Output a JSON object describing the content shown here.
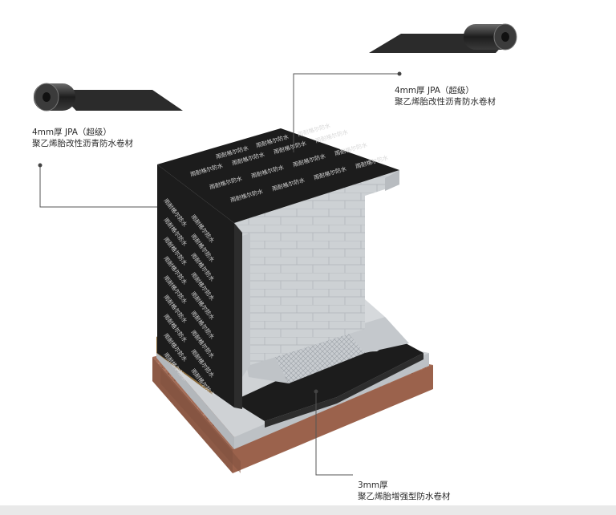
{
  "labels": {
    "top_left": {
      "line1": "4mm厚 JPA（超级）",
      "line2": "聚乙烯胎改性沥青防水卷材"
    },
    "top_right": {
      "line1": "4mm厚 JPA（超级）",
      "line2": "聚乙烯胎改性沥青防水卷材"
    },
    "bottom": {
      "line1": "3mm厚",
      "line2": "聚乙烯胎增强型防水卷材"
    }
  },
  "membrane_print": "雨耐格尔防水",
  "colors": {
    "membrane": "#1c1c1c",
    "concrete": "#c9cdd0",
    "soil": "#a26b55",
    "insulation": "#8fc3e6",
    "gravel": "#8b6a3a",
    "leader": "#555555"
  }
}
